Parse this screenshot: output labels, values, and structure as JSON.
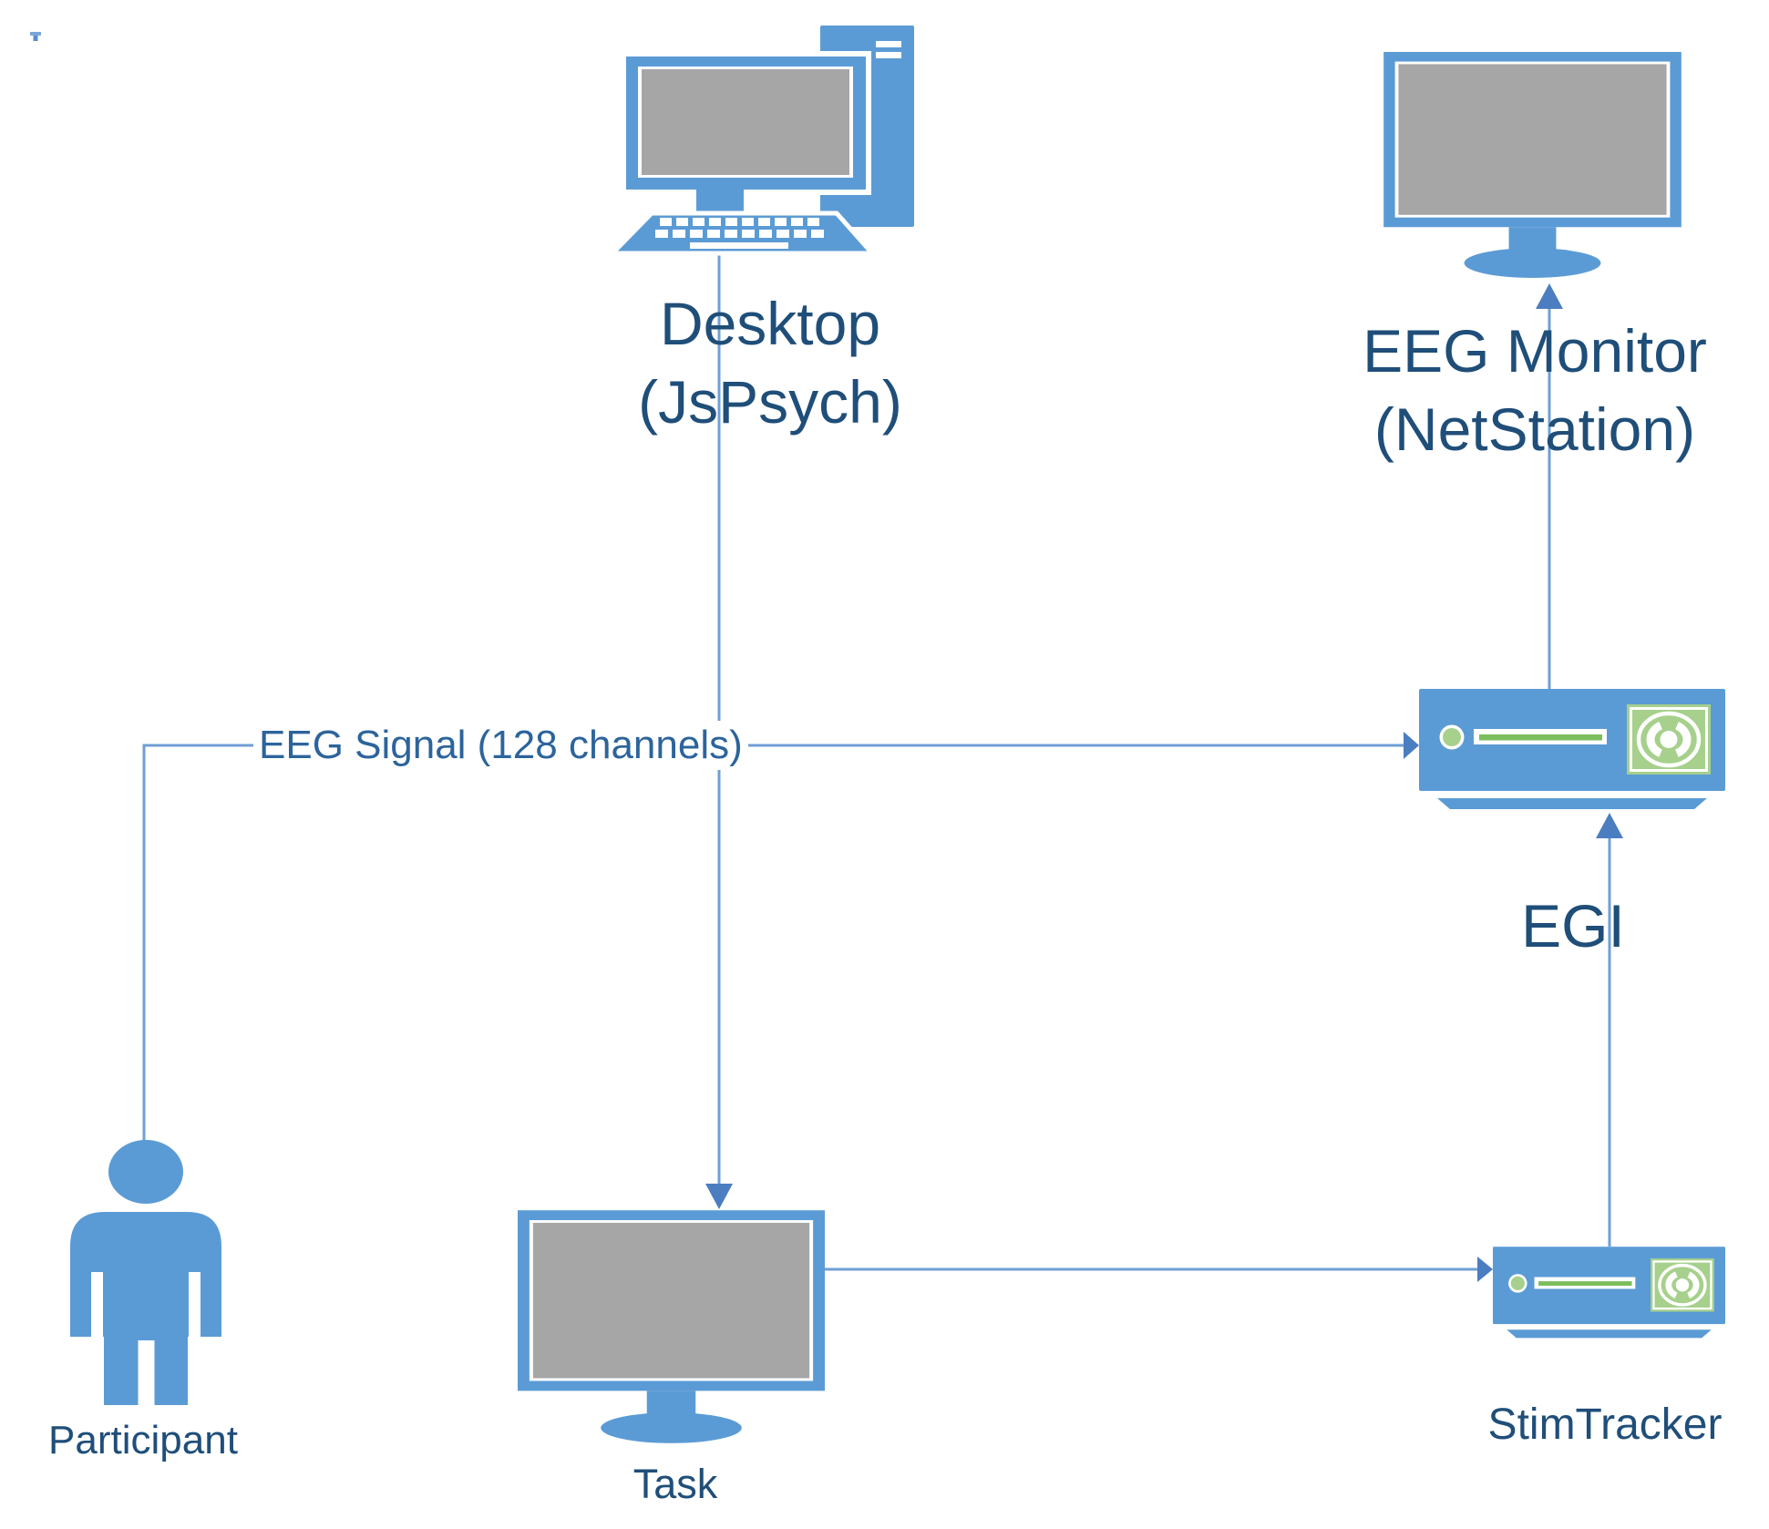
{
  "diagram": {
    "type": "experimental-setup-flow",
    "nodes": {
      "desktop": {
        "name": "Desktop",
        "subtitle": "(JsPsych)"
      },
      "eeg_monitor": {
        "name": "EEG Monitor",
        "subtitle": "(NetStation)"
      },
      "egi": {
        "name": "EGI"
      },
      "stimtracker": {
        "name": "StimTracker"
      },
      "task": {
        "name": "Task"
      },
      "participant": {
        "name": "Participant"
      }
    },
    "edges": [
      {
        "from": "desktop",
        "to": "task"
      },
      {
        "from": "participant",
        "to": "egi",
        "label": "EEG Signal (128 channels)"
      },
      {
        "from": "egi",
        "to": "eeg_monitor"
      },
      {
        "from": "stimtracker",
        "to": "egi"
      },
      {
        "from": "task",
        "to": "stimtracker"
      }
    ],
    "colors": {
      "icon_blue": "#5B9BD5",
      "label_dark_blue": "#1F4E79",
      "edge_label_blue": "#2C649C",
      "connector_blue": "#6F9FD6",
      "arrowhead_blue": "#4B7EC1",
      "screen_gray": "#A6A6A6",
      "device_green": "#A6D08C",
      "device_green_dark": "#7CBE5E"
    }
  }
}
